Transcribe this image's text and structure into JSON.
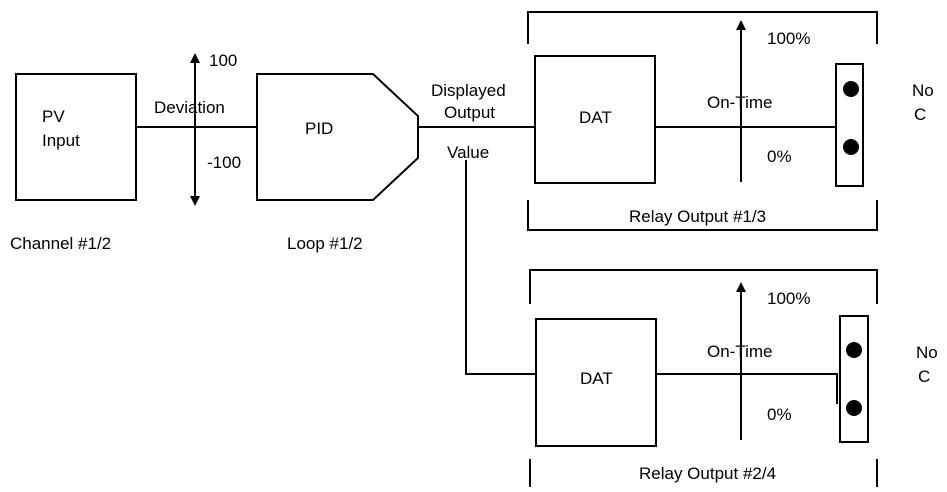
{
  "pv_input": {
    "line1": "PV",
    "line2": "Input",
    "caption": "Channel #1/2"
  },
  "deviation": {
    "label": "Deviation",
    "max": "100",
    "min": "-100"
  },
  "pid": {
    "label": "PID",
    "caption": "Loop #1/2"
  },
  "displayed_output": {
    "line1": "Displayed",
    "line2": "Output",
    "line3": "Value"
  },
  "relay1": {
    "dat_label": "DAT",
    "max": "100%",
    "on_time": "On-Time",
    "min": "0%",
    "caption": "Relay Output #1/3",
    "contact_no": "No",
    "contact_c": "C"
  },
  "relay2": {
    "dat_label": "DAT",
    "max": "100%",
    "on_time": "On-Time",
    "min": "0%",
    "caption": "Relay Output #2/4",
    "contact_no": "No",
    "contact_c": "C"
  }
}
